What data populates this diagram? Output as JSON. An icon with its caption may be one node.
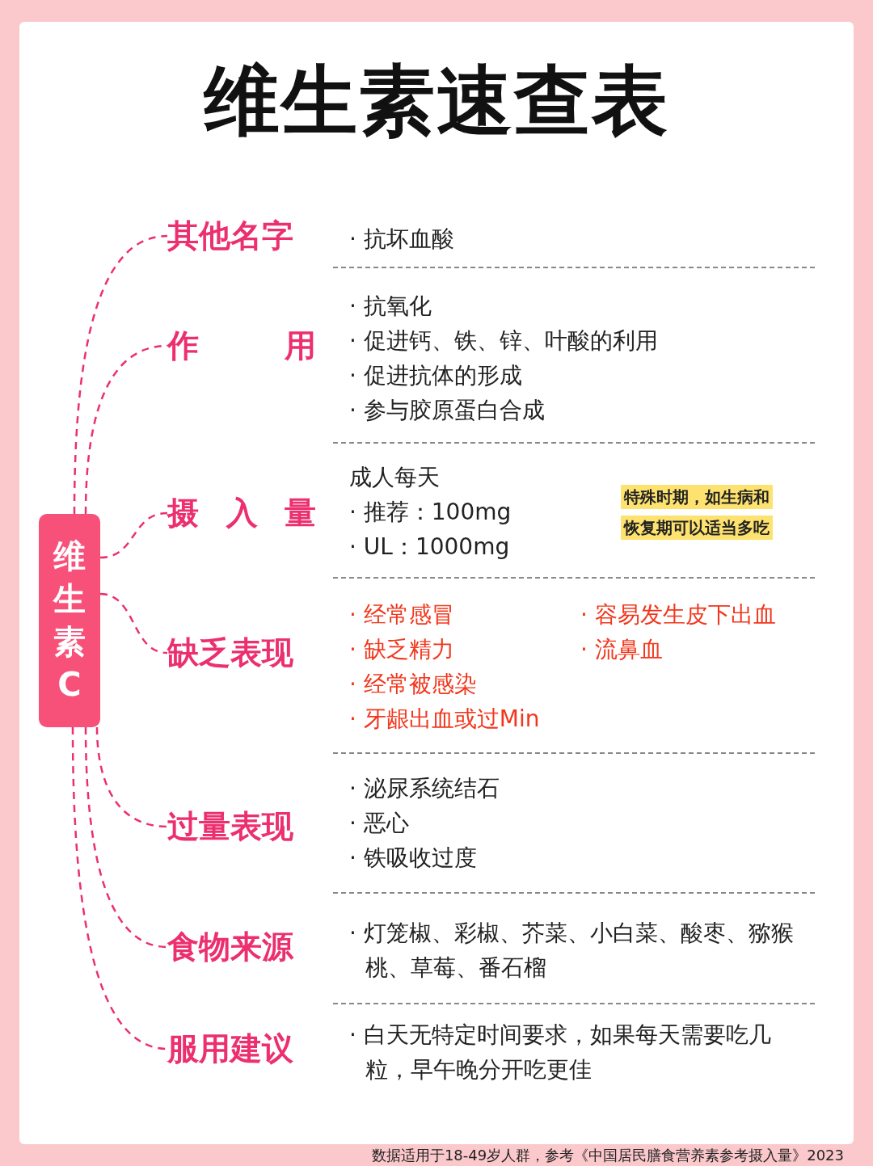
{
  "diagram": {
    "title": "维生素速查表",
    "caption": "数据适用于18-49岁人群，参考《中国居民膳食营养素参考摄入量》2023",
    "nodes": [
      {
        "text": [
          "维生素C"
        ]
      },
      {
        "text": [
          "其他名字"
        ],
        "beside": [
          "· 抗坏血酸"
        ]
      },
      {
        "text": [
          "作 用"
        ],
        "beside": [
          "· 抗氧化",
          "· 促进钙、铁、锌、叶酸的利用",
          "· 促进抗体的形成",
          "· 参与胶原蛋白合成"
        ]
      },
      {
        "text": [
          "摄 入 量"
        ],
        "beside": [
          "成人每天",
          "· 推荐：100mg",
          "· UL：1000mg"
        ]
      },
      {
        "text": [
          "缺乏表现"
        ],
        "beside": [
          "· 经常感冒",
          "· 缺乏精力",
          "· 经常被感染",
          "· 牙龈出血或过Min",
          "· 容易发生皮下出血",
          "· 流鼻血"
        ]
      },
      {
        "text": [
          "过量表现"
        ],
        "beside": [
          "· 泌尿系统结石",
          "· 恶心",
          "· 铁吸收过度"
        ]
      },
      {
        "text": [
          "食物来源"
        ],
        "beside": [
          "· 灯笼椒、彩椒、芥菜、小白菜、酸枣、猕猴桃、草莓、番石榴"
        ]
      },
      {
        "text": [
          "服用建议"
        ],
        "beside": [
          "· 白天无特定时间要求，如果每天需要吃几粒，早午晚分开吃更佳"
        ]
      },
      {
        "text": [
          "特殊时期，如生病和恢复期可以适当多吃"
        ]
      }
    ],
    "edges": [
      {
        "from": 0,
        "to": 1,
        "arrow": "none",
        "style": "dashed"
      },
      {
        "from": 0,
        "to": 2,
        "arrow": "none",
        "style": "dashed"
      },
      {
        "from": 0,
        "to": 3,
        "arrow": "none",
        "style": "dashed"
      },
      {
        "from": 0,
        "to": 4,
        "arrow": "none",
        "style": "dashed"
      },
      {
        "from": 0,
        "to": 5,
        "arrow": "none",
        "style": "dashed"
      },
      {
        "from": 0,
        "to": 6,
        "arrow": "none",
        "style": "dashed"
      },
      {
        "from": 0,
        "to": 7,
        "arrow": "none",
        "style": "dashed"
      }
    ]
  }
}
